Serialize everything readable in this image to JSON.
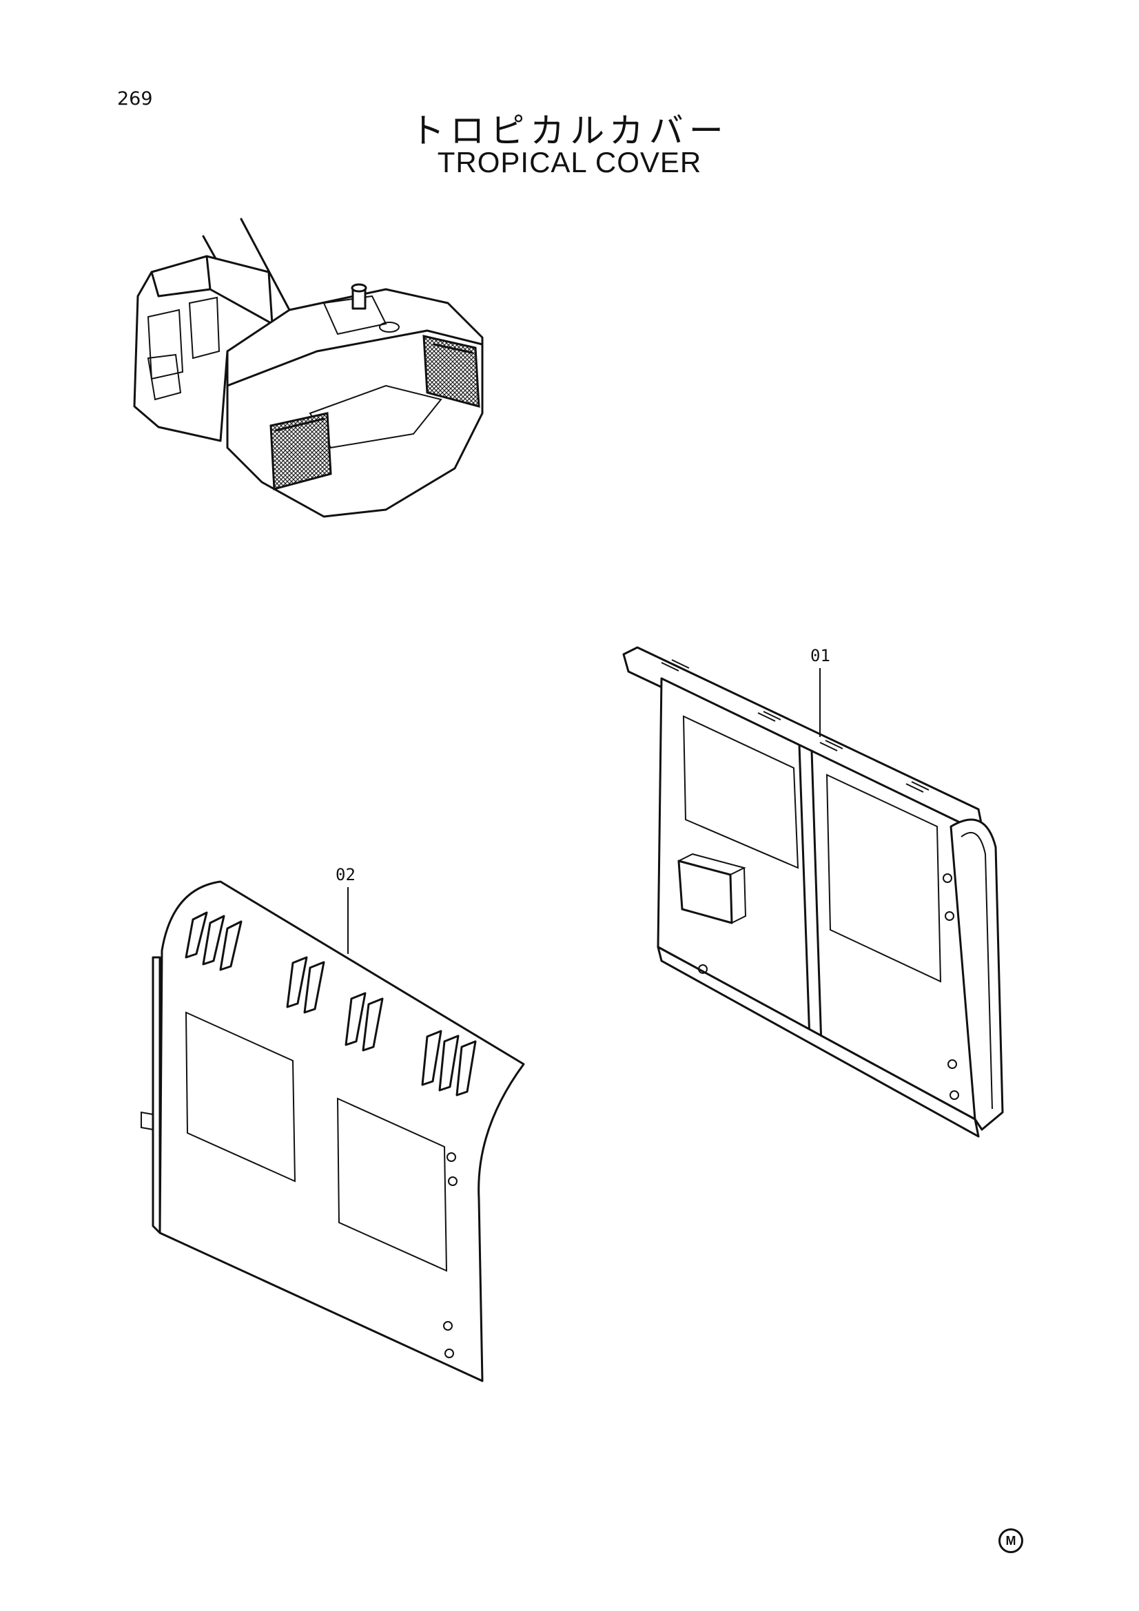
{
  "page_number": "269",
  "title_jp": "トロピカルカバー",
  "title_en": "TROPICAL COVER",
  "callouts": {
    "part_01": "01",
    "part_02": "02"
  },
  "mark": "M"
}
